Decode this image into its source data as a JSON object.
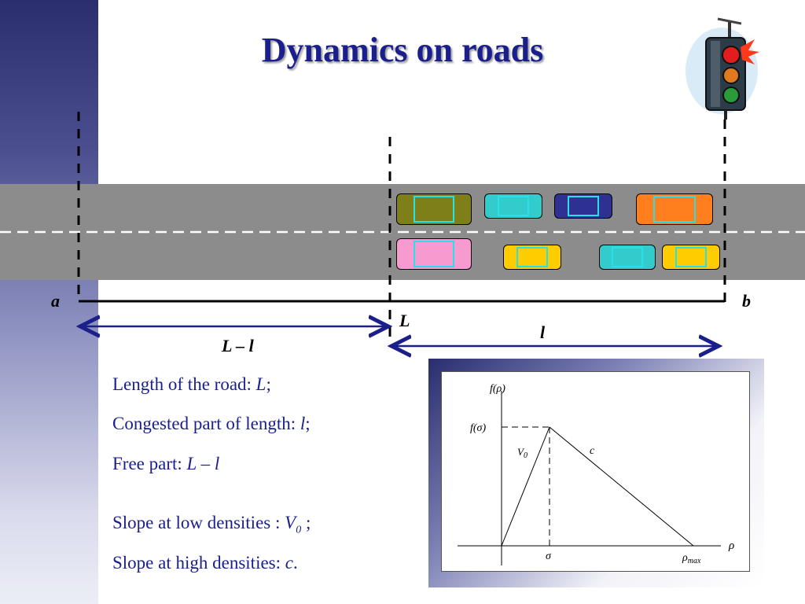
{
  "slide": {
    "title": "Dynamics on roads"
  },
  "road": {
    "label_a": "a",
    "label_b": "b",
    "label_L": "L",
    "label_l": "l",
    "label_L_minus_l": "L – l",
    "cars_top_lane": [
      "olive",
      "cyan",
      "navy",
      "orange"
    ],
    "cars_bottom_lane": [
      "pink",
      "yellow",
      "cyan",
      "yellow"
    ],
    "colors": {
      "road": "#8c8c8c",
      "arrow": "#1a1f8c",
      "olive": "#7f7f1a",
      "cyan": "#33cccc",
      "navy": "#2e3192",
      "orange": "#ff7f1f",
      "pink": "#f79ad0",
      "yellow": "#ffcc00",
      "window": "#27e0e8"
    }
  },
  "info": {
    "line1_text": "Length of the road: ",
    "line1_var": "L",
    "line1_end": ";",
    "line2_text": "Congested part of length: ",
    "line2_var": "l",
    "line2_end": ";",
    "line3_text": "Free part: ",
    "line3_var": "L – l",
    "line4_text": "Slope at low densities : ",
    "line4_var": "V",
    "line4_sub": "0",
    "line4_end": " ;",
    "line5_text": "Slope at high densities: ",
    "line5_var": "c",
    "line5_end": "."
  },
  "plot": {
    "y_label": "f(ρ)",
    "peak_label": "f(σ)",
    "x_label": "ρ",
    "sigma_label": "σ",
    "rho_max_label": "ρ",
    "rho_max_sub": "max",
    "slope_left_label": "V",
    "slope_left_sub": "0",
    "slope_right_label": "c"
  }
}
